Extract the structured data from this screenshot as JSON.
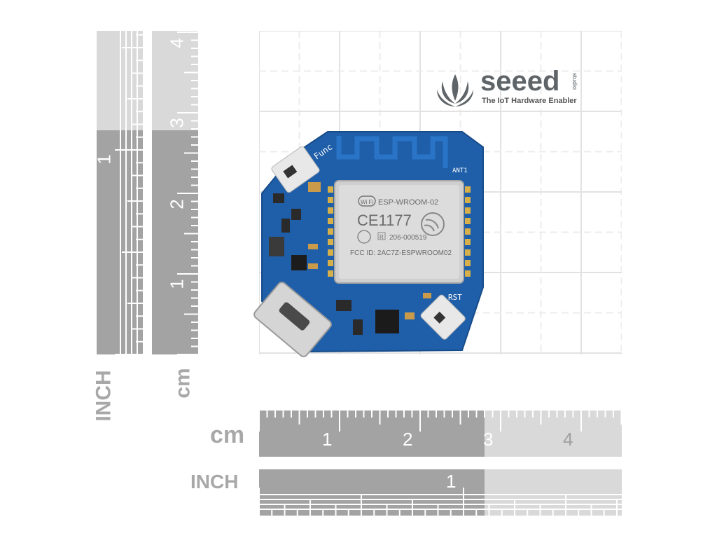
{
  "logo": {
    "brand": "seeed",
    "sub": "studio",
    "tagline": "The IoT Hardware Enabler"
  },
  "rulers": {
    "left_inch_label": "INCH",
    "left_cm_label": "cm",
    "bottom_cm_label": "cm",
    "bottom_inch_label": "INCH",
    "vertical_inch_numbers": [
      "1"
    ],
    "vertical_cm_numbers": [
      "4",
      "3",
      "2",
      "1"
    ],
    "horizontal_cm_numbers": [
      "1",
      "2",
      "3",
      "4"
    ],
    "horizontal_inch_numbers": [
      "1"
    ]
  },
  "board": {
    "silkscreen_func": "Func",
    "silkscreen_ant": "ANT1",
    "silkscreen_rst": "RST",
    "module_name": "ESP-WROOM-02",
    "module_cert": "CE1177",
    "module_id": "206-000519",
    "module_fcc": "FCC ID: 2AC7Z-ESPWROOM02",
    "wifi_badge": "Wi Fi",
    "r_mark": "R"
  },
  "colors": {
    "pcb": "#1f5ea8",
    "ruler_dark": "#a3a3a3",
    "ruler_light": "#d9d9d9",
    "grid": "#e0e0e0"
  }
}
